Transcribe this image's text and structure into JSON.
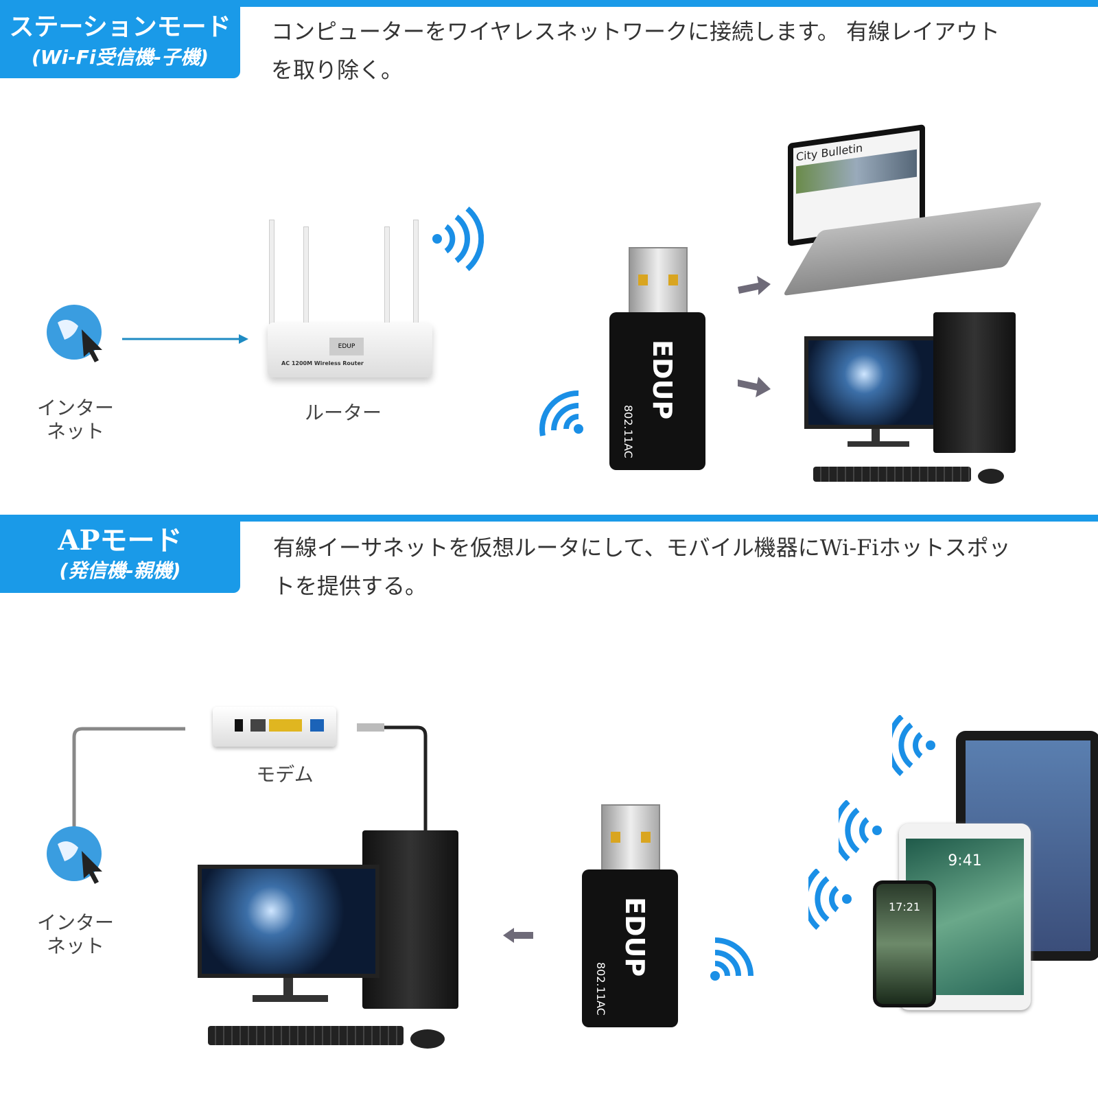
{
  "station": {
    "title": "ステーションモード",
    "subtitle": "(Wi-Fi受信機-子機)",
    "description": "コンピューターをワイヤレスネットワークに接続します。 有線レイアウトを取り除く。",
    "internet_label": "インター\nネット",
    "router_label": "ルーター",
    "router_model": "AC 1200M Wireless Router",
    "router_brand": "EDUP",
    "adapter_brand": "EDUP",
    "adapter_spec": "802.11AC",
    "laptop_screen_title": "City Bulletin"
  },
  "ap": {
    "title": "APモード",
    "subtitle": "(発信機-親機)",
    "description": "有線イーサネットを仮想ルータにして、モバイル機器にWi-Fiホットスポットを提供する。",
    "internet_label": "インター\nネット",
    "modem_label": "モデム",
    "adapter_brand": "EDUP",
    "adapter_spec": "802.11AC",
    "tablet_time": "9:41",
    "phone_time": "17:21"
  },
  "colors": {
    "accent": "#1a9ae8",
    "wifi": "#1a8fe6",
    "arrow": "#6e6a78"
  }
}
